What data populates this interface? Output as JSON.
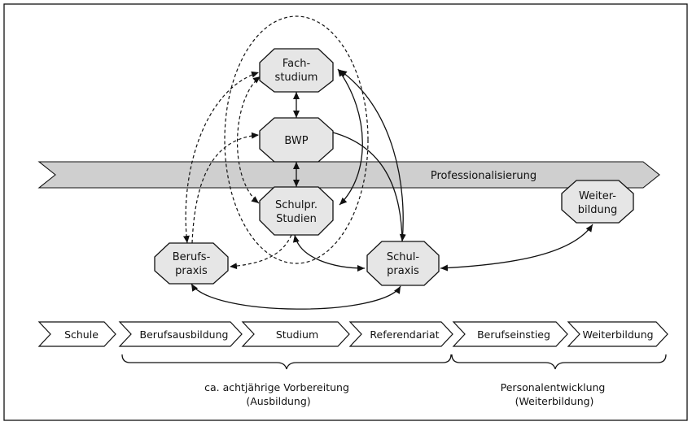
{
  "banner": {
    "label": "Professionalisierung",
    "color": "#cfcfcf"
  },
  "nodes": {
    "fachstudium": [
      "Fach-",
      "studium"
    ],
    "bwp": [
      "BWP"
    ],
    "schulpr": [
      "Schulpr.",
      "Studien"
    ],
    "berufspraxis": [
      "Berufs-",
      "praxis"
    ],
    "schulpraxis": [
      "Schul-",
      "praxis"
    ],
    "weiterbildung": [
      "Weiter-",
      "bildung"
    ]
  },
  "node_fill": "#e6e6e6",
  "phases": [
    "Schule",
    "Berufsausbildung",
    "Studium",
    "Referendariat",
    "Berufseinstieg",
    "Weiterbildung"
  ],
  "groups": [
    {
      "line1": "ca. achtjährige Vorbereitung",
      "line2": "(Ausbildung)"
    },
    {
      "line1": "Personalentwicklung",
      "line2": "(Weiterbildung)"
    }
  ]
}
